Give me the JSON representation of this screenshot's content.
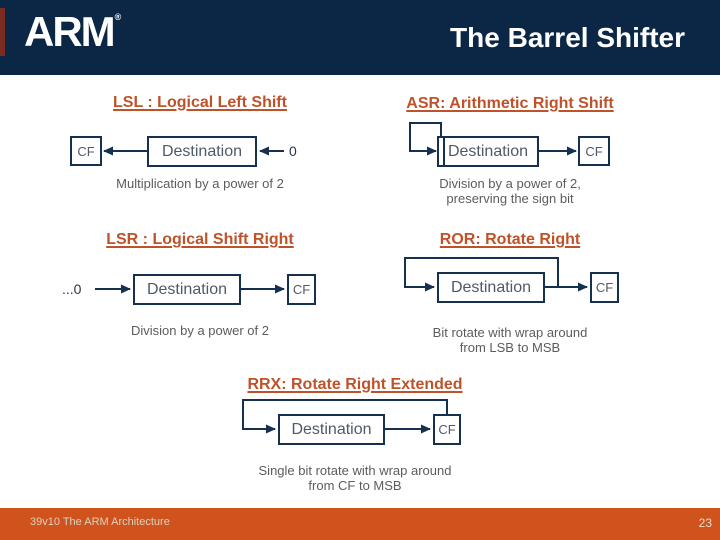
{
  "header": {
    "logo": "ARM",
    "registered_mark": "®",
    "title": "The Barrel Shifter"
  },
  "sections": {
    "lsl": {
      "title": "LSL : Logical Left Shift",
      "destination_label": "Destination",
      "cf_label": "CF",
      "input_label": "0",
      "caption": "Multiplication by a power of 2"
    },
    "asr": {
      "title": "ASR: Arithmetic Right Shift",
      "destination_label": "Destination",
      "cf_label": "CF",
      "caption_line1": "Division by a power of 2,",
      "caption_line2": "preserving the sign bit"
    },
    "lsr": {
      "title": "LSR : Logical Shift Right",
      "destination_label": "Destination",
      "cf_label": "CF",
      "input_label": "...0",
      "caption": "Division by a power of 2"
    },
    "ror": {
      "title": "ROR: Rotate Right",
      "destination_label": "Destination",
      "cf_label": "CF",
      "caption_line1": "Bit rotate with wrap around",
      "caption_line2": "from LSB to MSB"
    },
    "rrx": {
      "title": "RRX: Rotate Right Extended",
      "destination_label": "Destination",
      "cf_label": "CF",
      "caption_line1": "Single bit rotate with wrap around",
      "caption_line2": "from CF to MSB"
    }
  },
  "footer": {
    "course": "39v10 The ARM Architecture",
    "page_number": "23"
  },
  "colors": {
    "header_navy": "#0b2745",
    "diagram_navy": "#16304f",
    "heading_orange": "#c0522a",
    "footer_orange": "#d0521d",
    "caption_gray": "#5c5c5f"
  }
}
